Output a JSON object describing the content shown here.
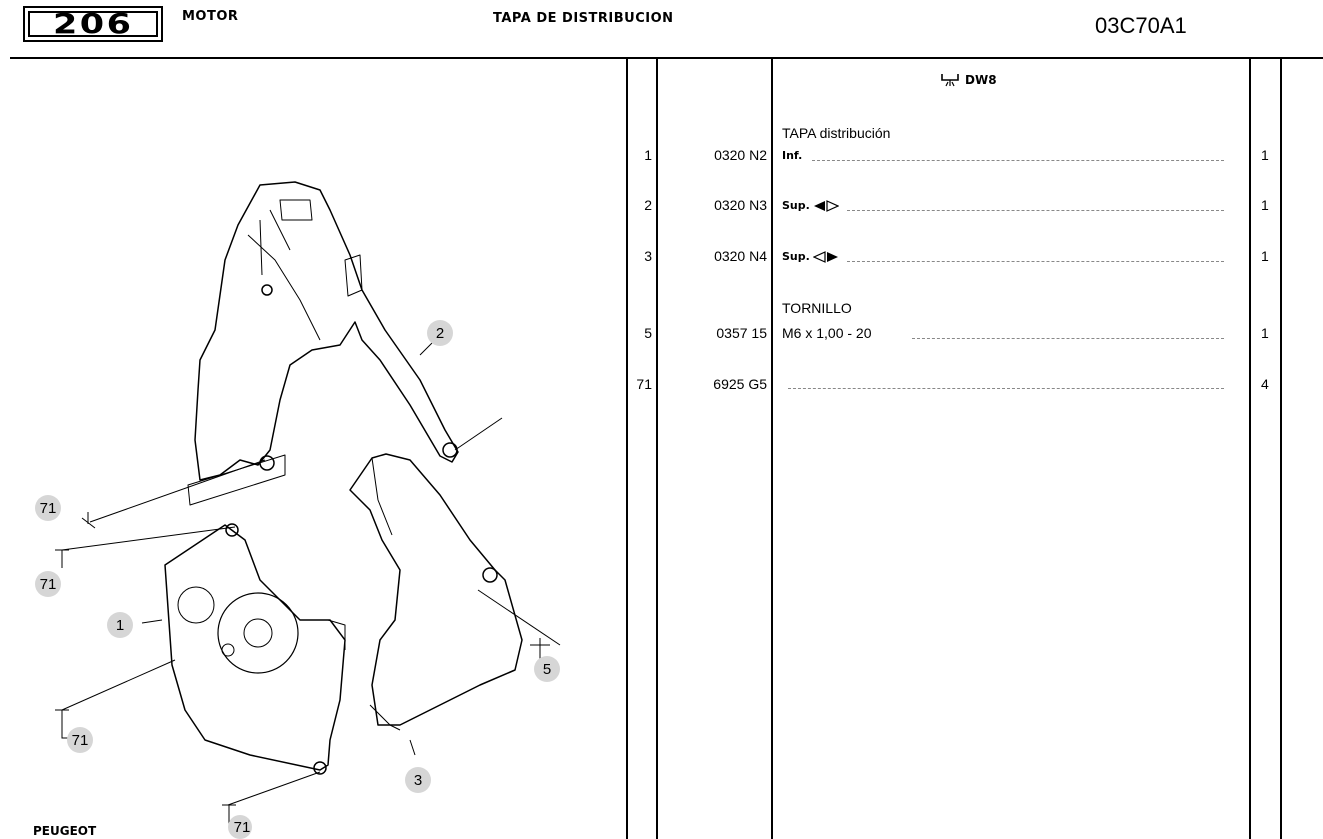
{
  "header": {
    "model": "206",
    "section": "MOTOR",
    "title": "TAPA DE DISTRIBUCION",
    "code": "03C70A1"
  },
  "table": {
    "engine_label": "DW8",
    "engine_icon": "engine-icon",
    "rows": [
      {
        "item": "1",
        "ref": "0320 N2",
        "group": "TAPA distribución",
        "desc": "Inf.",
        "qty": "1"
      },
      {
        "item": "2",
        "ref": "0320 N3",
        "desc": "Sup.",
        "icon": "left-filled-arrow-icon",
        "qty": "1"
      },
      {
        "item": "3",
        "ref": "0320 N4",
        "desc": "Sup.",
        "icon": "right-filled-arrow-icon",
        "qty": "1"
      },
      {
        "item": "5",
        "ref": "0357 15",
        "group": "TORNILLO",
        "desc": "M6 x 1,00 - 20",
        "qty": "1"
      },
      {
        "item": "71",
        "ref": "6925 G5",
        "desc": "",
        "qty": "4"
      }
    ]
  },
  "diagram": {
    "callouts": [
      "2",
      "71",
      "71",
      "1",
      "5",
      "71",
      "3",
      "71"
    ]
  },
  "footer": {
    "brand": "PEUGEOT"
  }
}
